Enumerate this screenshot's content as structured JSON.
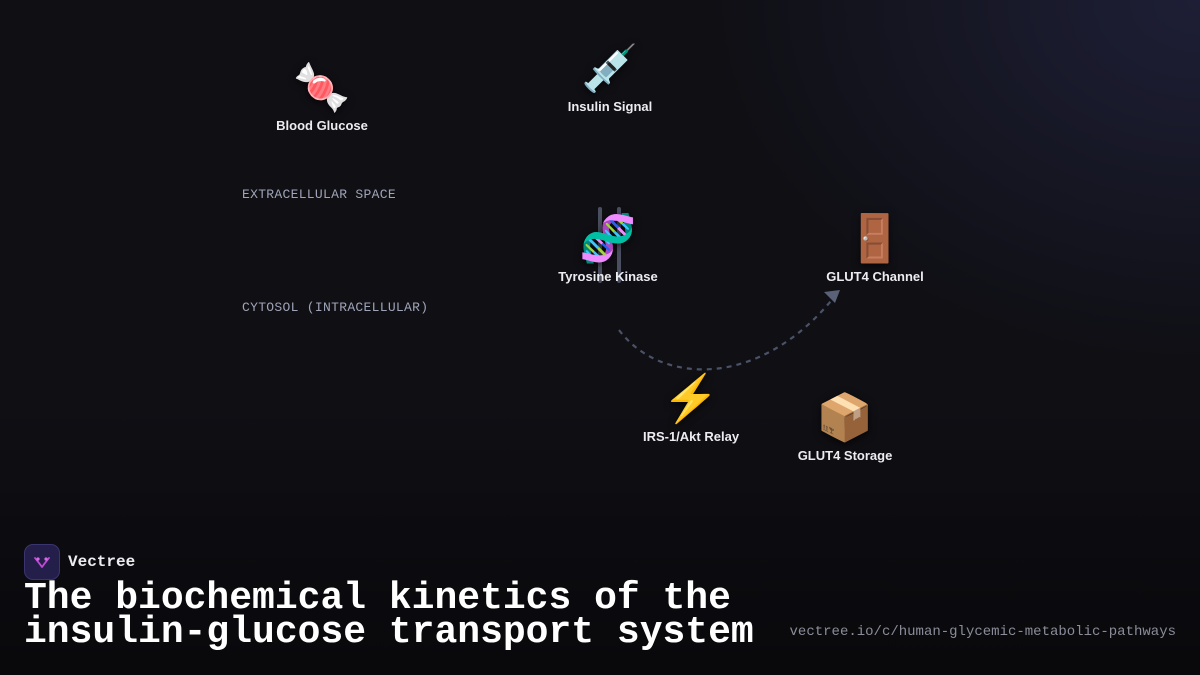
{
  "regions": {
    "extracellular": "EXTRACELLULAR SPACE",
    "cytosol": "CYTOSOL (INTRACELLULAR)"
  },
  "nodes": {
    "blood_glucose": {
      "icon": "🍬",
      "icon_name": "candy-icon",
      "label": "Blood Glucose"
    },
    "insulin_signal": {
      "icon": "💉",
      "icon_name": "syringe-icon",
      "label": "Insulin Signal"
    },
    "tyrosine_kinase": {
      "icon": "🧬",
      "icon_name": "dna-icon",
      "label": "Tyrosine Kinase"
    },
    "glut4_channel": {
      "icon": "🚪",
      "icon_name": "door-icon",
      "label": "GLUT4 Channel"
    },
    "irs_akt_relay": {
      "icon": "⚡",
      "icon_name": "lightning-icon",
      "label": "IRS-1/Akt Relay"
    },
    "glut4_storage": {
      "icon": "📦",
      "icon_name": "package-icon",
      "label": "GLUT4 Storage"
    }
  },
  "footer": {
    "brand_name": "Vectree",
    "title": "The biochemical kinetics of the insulin-glucose transport system",
    "url": "vectree.io/c/human-glycemic-metabolic-pathways"
  },
  "colors": {
    "background": "#0f0f14",
    "connector": "#4a5268",
    "brand_accent": "#c24ad8"
  }
}
